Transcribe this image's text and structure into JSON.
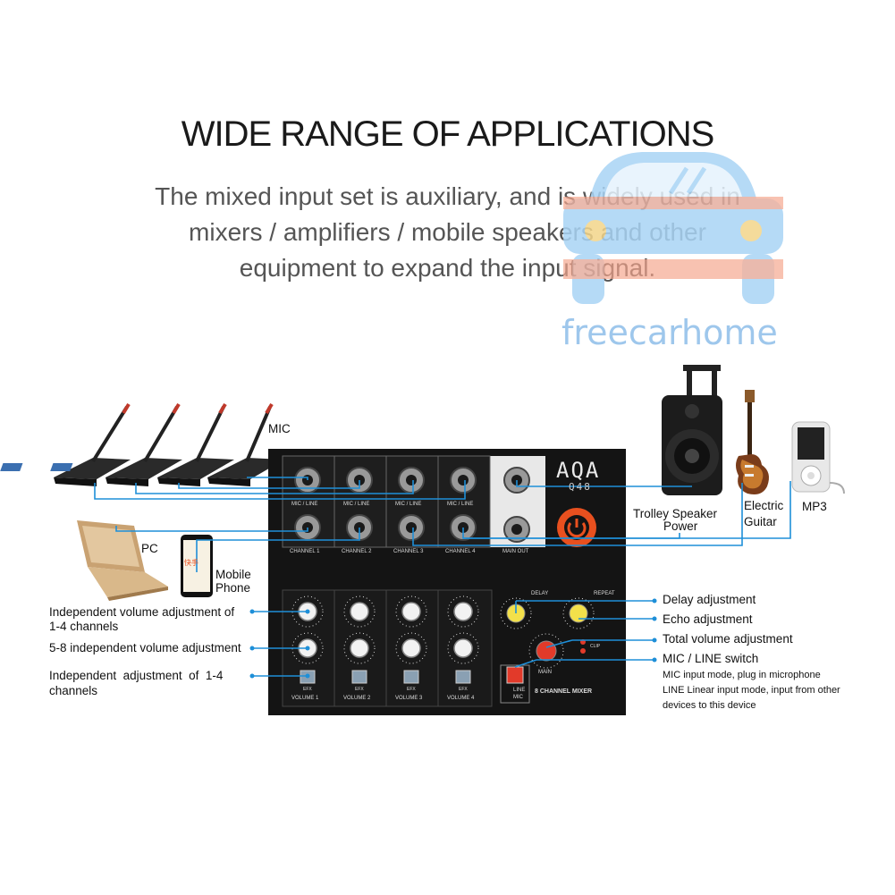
{
  "headline": "WIDE RANGE OF APPLICATIONS",
  "subtitle": {
    "line1": "The mixed input set is auxiliary, and is widely used in",
    "line2": "mixers / amplifiers / mobile speakers and other",
    "line3": "equipment to expand the input signal."
  },
  "watermark": {
    "text": "freecarhome"
  },
  "devices": {
    "mic": "MIC",
    "pc": "PC",
    "mobile_line1": "Mobile",
    "mobile_line2": "Phone",
    "phone_app": "快手",
    "speaker_line1": "Trolley Speaker",
    "speaker_line2": "Power",
    "guitar_line1": "Electric",
    "guitar_line2": "Guitar",
    "mp3": "MP3"
  },
  "mixer": {
    "brand": "AQA",
    "model": "Q48",
    "channel_labels": [
      "CHANNEL 1",
      "CHANNEL 2",
      "CHANNEL 3",
      "CHANNEL 4"
    ],
    "input_switch": "MIC / LINE",
    "main_out": "MAIN OUT",
    "volume_labels": [
      "VOLUME 1",
      "VOLUME 2",
      "VOLUME 3",
      "VOLUME 4"
    ],
    "efx": "EFX",
    "delay": "DELAY",
    "repeat": "REPEAT",
    "main": "MAIN",
    "clip": "CLIP",
    "line": "LINE",
    "mic": "MIC",
    "footer": "8 CHANNEL MIXER"
  },
  "callouts_left": {
    "vol_1_4_line1": "Independent volume adjustment of",
    "vol_1_4_line2": "1-4 channels",
    "vol_5_8": "5-8 independent volume adjustment",
    "adj_1_4_line1": "Independent  adjustment  of  1-4",
    "adj_1_4_line2": "channels"
  },
  "callouts_right": {
    "delay": "Delay adjustment",
    "echo": "Echo adjustment",
    "total": "Total volume adjustment",
    "switch": "MIC / LINE switch",
    "mic_mode": "MIC input mode, plug in microphone",
    "line_mode": "LINE Linear input mode, input from other",
    "line_mode2": "devices to this device"
  },
  "colors": {
    "connector": "#1e8fd8",
    "accent_orange": "#e8501f",
    "knob_yellow": "#f3e04a",
    "mixer_body": "#141414"
  }
}
